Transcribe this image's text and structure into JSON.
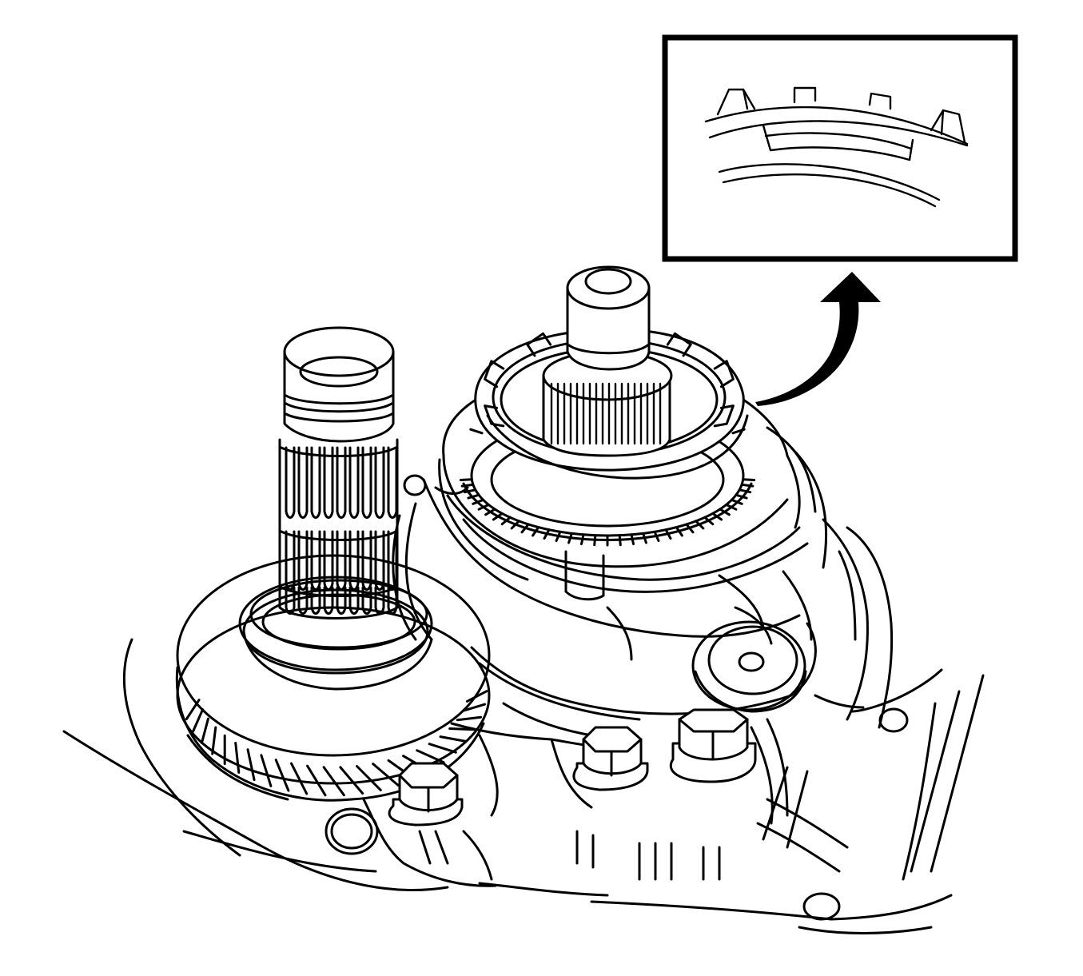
{
  "figure": {
    "kind": "technical-line-illustration",
    "subject": "transaxle-gear-assembly",
    "line_color": "#000000",
    "background_color": "#ffffff",
    "detail_inset": {
      "subject": "synchronizer-ring-tooth-alignment"
    },
    "arrow": {
      "points_to": "detail_inset"
    },
    "visible_parts": [
      "input-shaft-gear",
      "ring-gear",
      "output-shaft",
      "synchronizer-ring",
      "drive-gear",
      "housing",
      "bolts"
    ]
  }
}
